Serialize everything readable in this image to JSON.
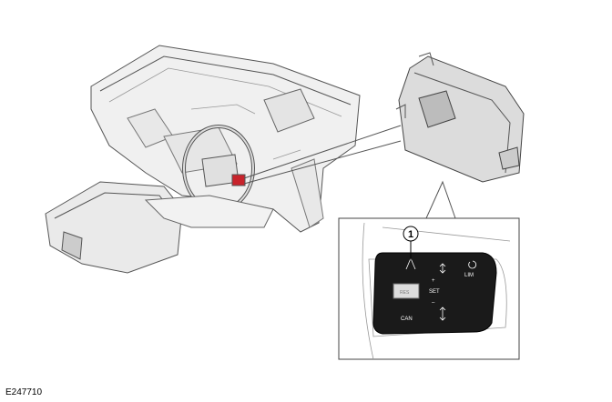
{
  "figure_reference": "E247710",
  "callout_number": "1",
  "switch_labels": {
    "resume": "RES",
    "set": "SET",
    "plus": "+",
    "minus": "–",
    "cancel": "CAN",
    "limiter": "LIM"
  },
  "colors": {
    "highlight": "#c8232b",
    "switch_body": "#1a1a1a"
  }
}
